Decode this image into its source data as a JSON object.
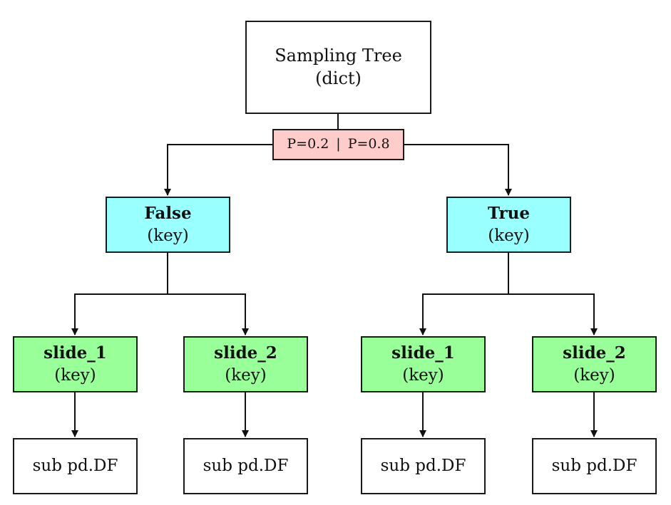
{
  "root": {
    "title": "Sampling Tree",
    "type": "(dict)"
  },
  "probability": {
    "left": "P=0.2",
    "separator": "|",
    "right": "P=0.8"
  },
  "level1": [
    {
      "label": "False",
      "type": "(key)"
    },
    {
      "label": "True",
      "type": "(key)"
    }
  ],
  "level2": [
    {
      "label": "slide_1",
      "type": "(key)"
    },
    {
      "label": "slide_2",
      "type": "(key)"
    },
    {
      "label": "slide_1",
      "type": "(key)"
    },
    {
      "label": "slide_2",
      "type": "(key)"
    }
  ],
  "leaves": [
    {
      "label": "sub pd.DF"
    },
    {
      "label": "sub pd.DF"
    },
    {
      "label": "sub pd.DF"
    },
    {
      "label": "sub pd.DF"
    }
  ],
  "colors": {
    "probability_fill": "#ffcccc",
    "key_level1_fill": "#99ffff",
    "key_level2_fill": "#99ff99",
    "stroke": "#1a1a1a"
  }
}
